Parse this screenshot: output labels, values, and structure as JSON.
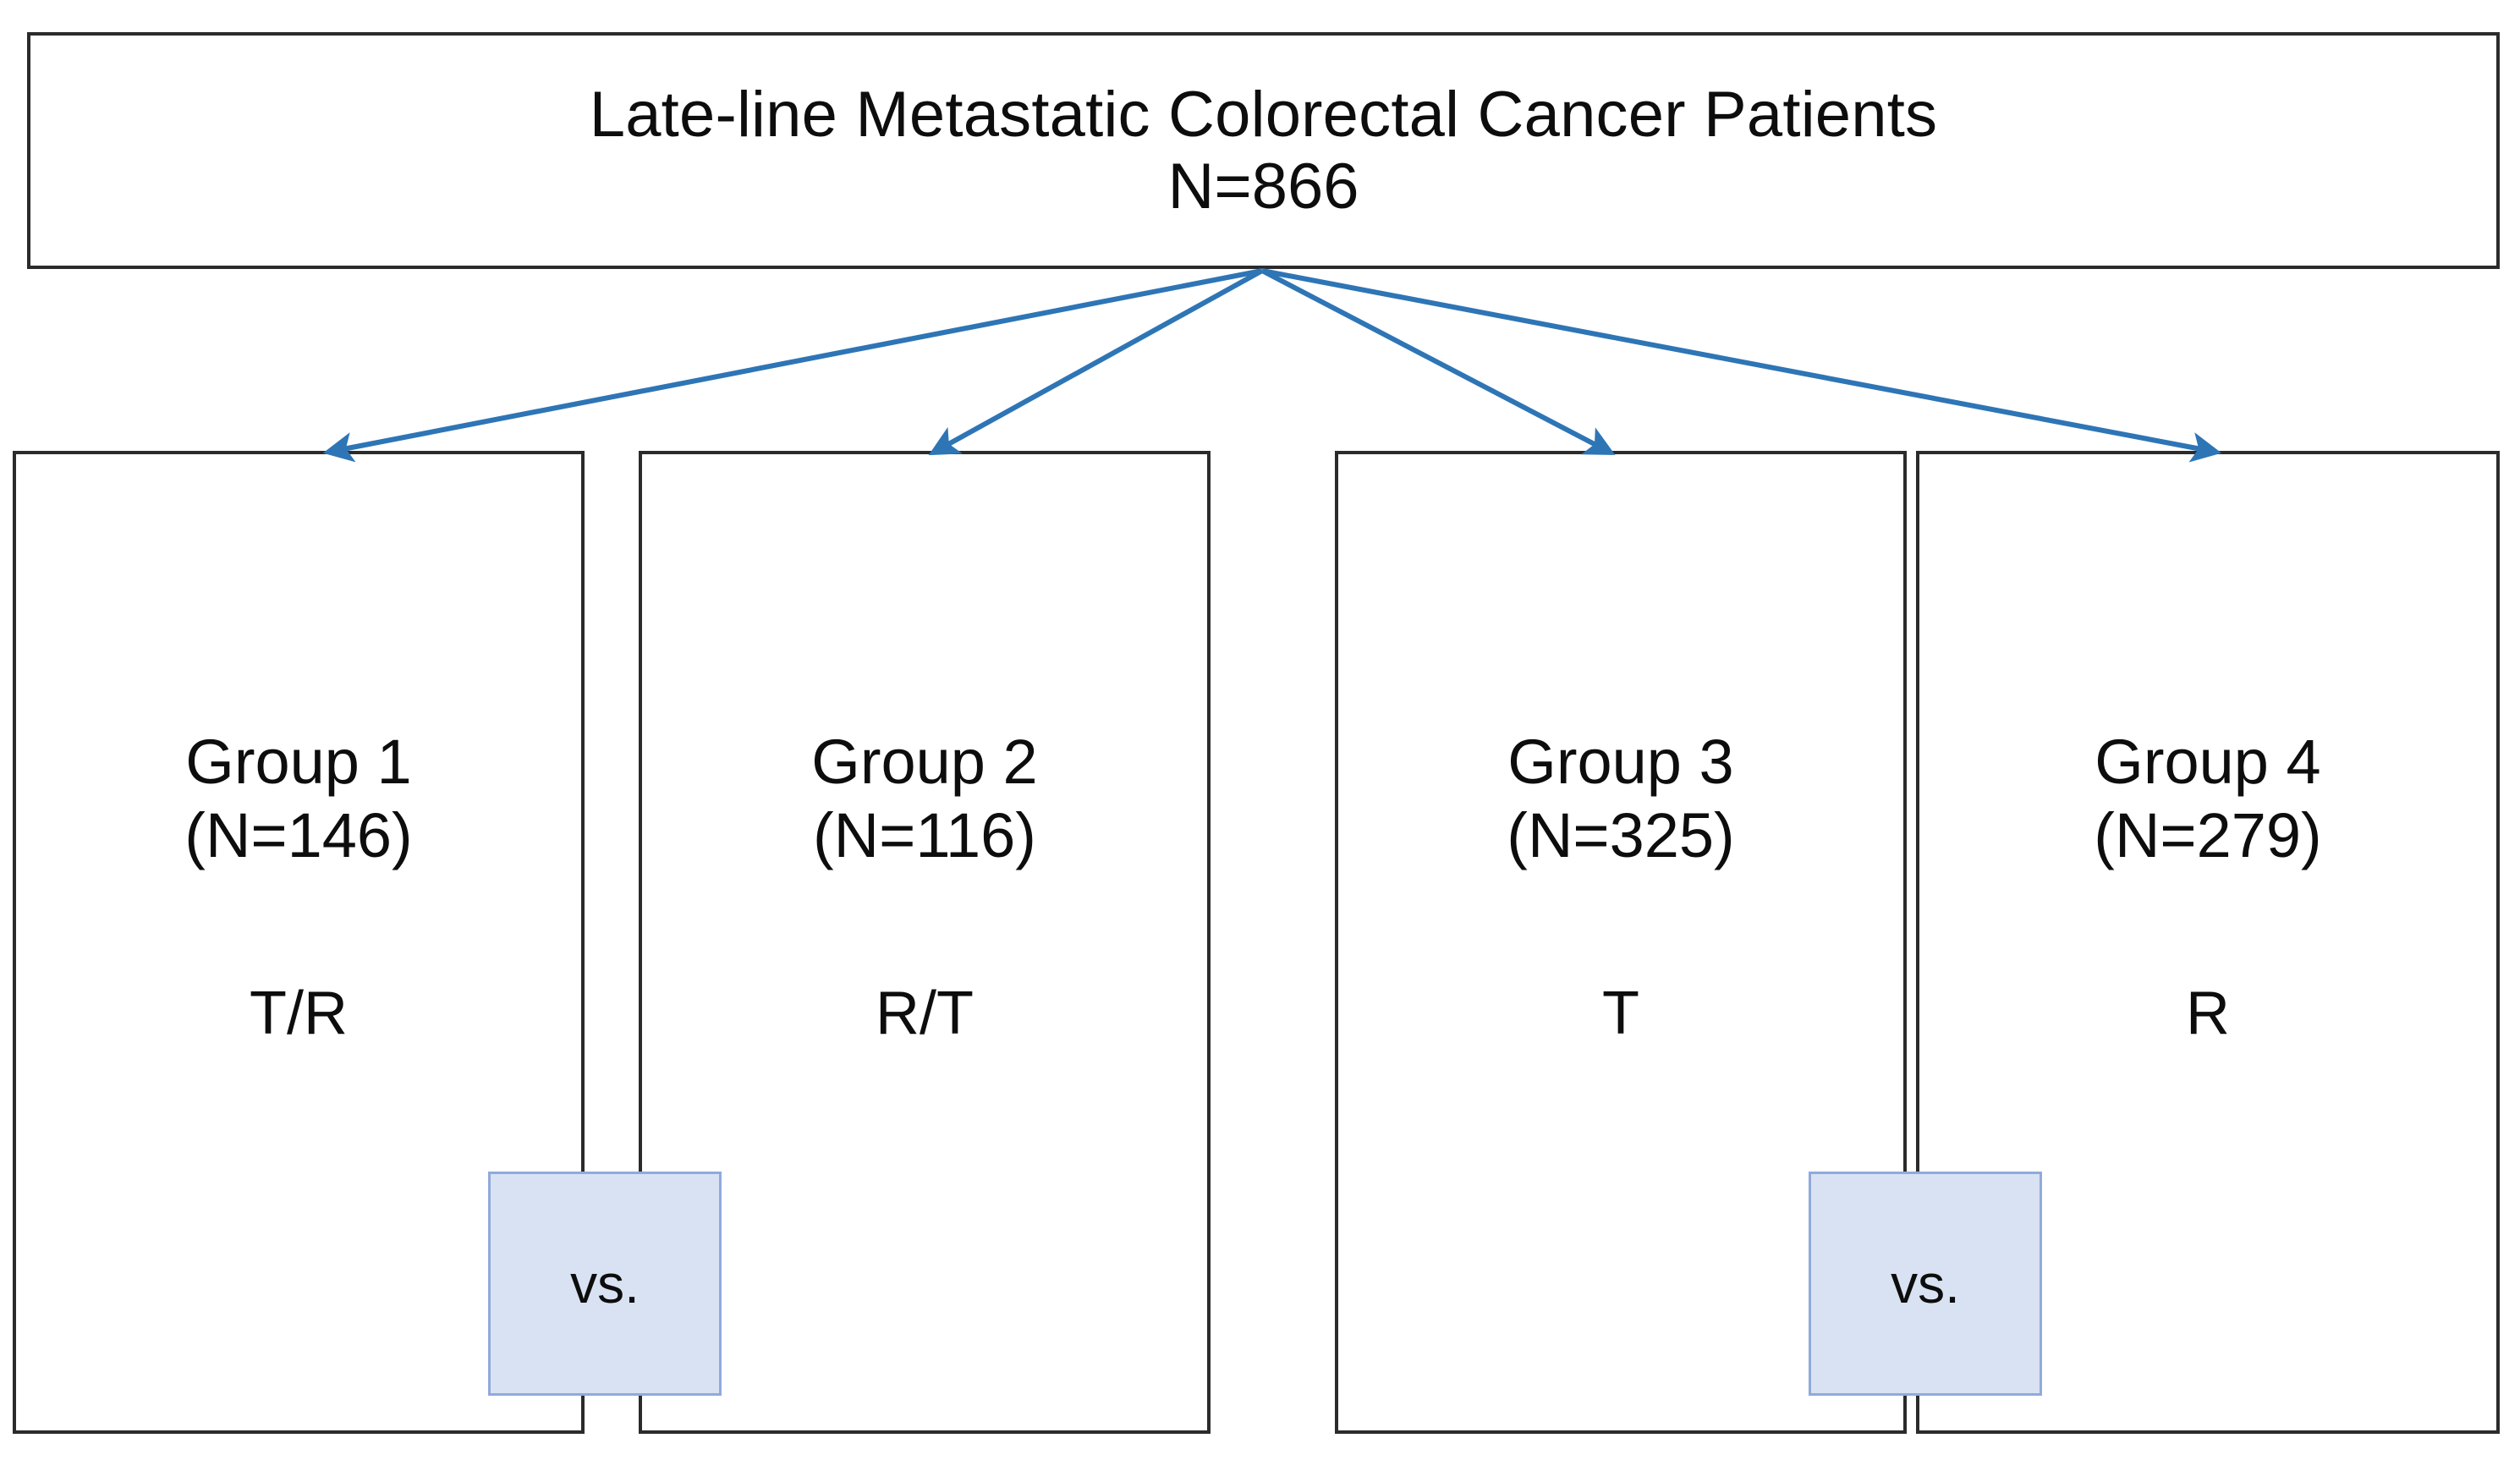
{
  "diagram": {
    "type": "flowchart",
    "orientation": "top-down",
    "root": {
      "title": "Late-line Metastatic Colorectal Cancer Patients",
      "count_label": "N=866",
      "total_n": 866
    },
    "groups": [
      {
        "name": "Group 1",
        "count_label": "(N=146)",
        "n": 146,
        "treatment": "T/R"
      },
      {
        "name": "Group 2",
        "count_label": "(N=116)",
        "n": 116,
        "treatment": "R/T"
      },
      {
        "name": "Group 3",
        "count_label": "(N=325)",
        "n": 325,
        "treatment": "T"
      },
      {
        "name": "Group 4",
        "count_label": "(N=279)",
        "n": 279,
        "treatment": "R"
      }
    ],
    "comparisons": [
      {
        "label": "vs.",
        "between": [
          "Group 1",
          "Group 2"
        ]
      },
      {
        "label": "vs.",
        "between": [
          "Group 3",
          "Group 4"
        ]
      }
    ],
    "colors": {
      "box_border": "#2b2b2b",
      "box_fill": "#ffffff",
      "arrow": "#2e75b6",
      "chip_fill": "#d9e2f3",
      "chip_border": "#8faadc",
      "text": "#0d0d0d"
    }
  }
}
